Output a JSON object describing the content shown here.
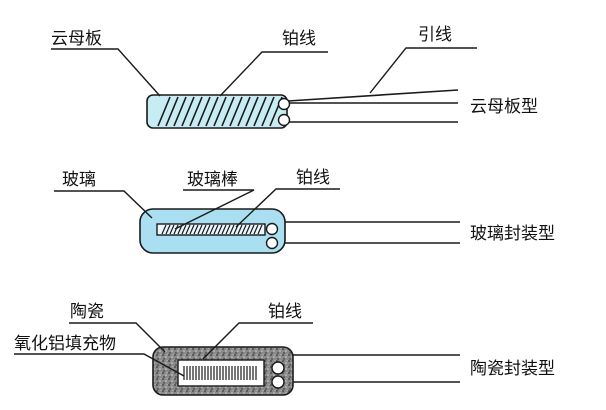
{
  "labels": {
    "mica_board": "云母板",
    "platinum_wire_1": "铂线",
    "lead_wire": "引线",
    "mica_type": "云母板型",
    "glass": "玻璃",
    "glass_rod": "玻璃棒",
    "platinum_wire_2": "铂线",
    "glass_sealed_type": "玻璃封装型",
    "ceramic": "陶瓷",
    "alumina_filler": "氧化铝填充物",
    "platinum_wire_3": "铂线",
    "ceramic_sealed_type": "陶瓷封装型"
  },
  "colors": {
    "mica_fill": "#c8ecf3",
    "glass_fill": "#a9dff0",
    "glass_rod_fill": "#eaf8fc",
    "ceramic_fill": "#7f7f7f"
  }
}
